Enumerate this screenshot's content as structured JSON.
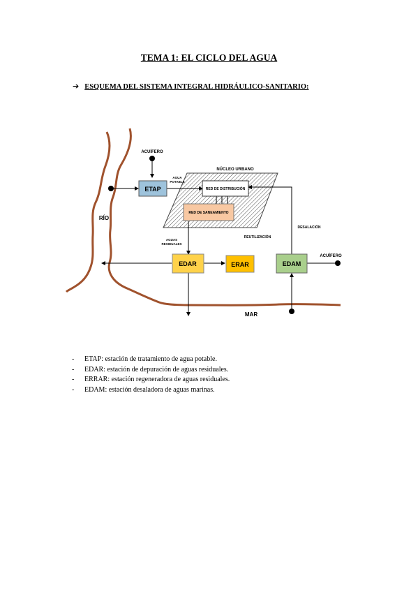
{
  "page": {
    "title": "TEMA 1: EL CICLO DEL AGUA",
    "section": {
      "icon": "arrow-right-icon",
      "arrow_glyph": "➔",
      "heading": "ESQUEMA DEL SISTEMA INTEGRAL HIDRÁULICO-SANITARIO:"
    }
  },
  "diagram": {
    "labels": {
      "acuifero_top": "ACUÍFERO",
      "agua_potable_line1": "AGUA",
      "agua_potable_line2": "POTABLE",
      "nucleo_urbano": "NÚCLEO URBANO",
      "rio": "RÍO",
      "desalacion": "DESALACIÓN",
      "reutilizacion": "REUTILIZACIÓN",
      "aguas_residuales_line1": "AGUAS",
      "aguas_residuales_line2": "RESIDUALES",
      "acuifero_right": "ACUÍFERO",
      "mar": "MAR"
    },
    "boxes": {
      "etap": "ETAP",
      "red_distribucion": "RED DE DISTRIBUCIÓN",
      "red_saneamiento": "RED DE SANEAMIENTO",
      "edar": "EDAR",
      "erar": "ERAR",
      "edam": "EDAM"
    },
    "colors": {
      "river_and_sea": "#a0522d",
      "etap_fill": "#9ec3dc",
      "saneamiento_fill": "#f8c8a2",
      "edar_fill": "#ffd24a",
      "erar_fill": "#ffc000",
      "edam_fill": "#a9cf8c"
    }
  },
  "legend": [
    {
      "dash": "-",
      "text": "ETAP: estación de tratamiento de agua potable."
    },
    {
      "dash": "-",
      "text": "EDAR: estación de depuración de aguas residuales."
    },
    {
      "dash": "-",
      "text": "ERRAR: estación regeneradora de aguas residuales."
    },
    {
      "dash": "-",
      "text": "EDAM: estación desaladora de aguas marinas."
    }
  ]
}
